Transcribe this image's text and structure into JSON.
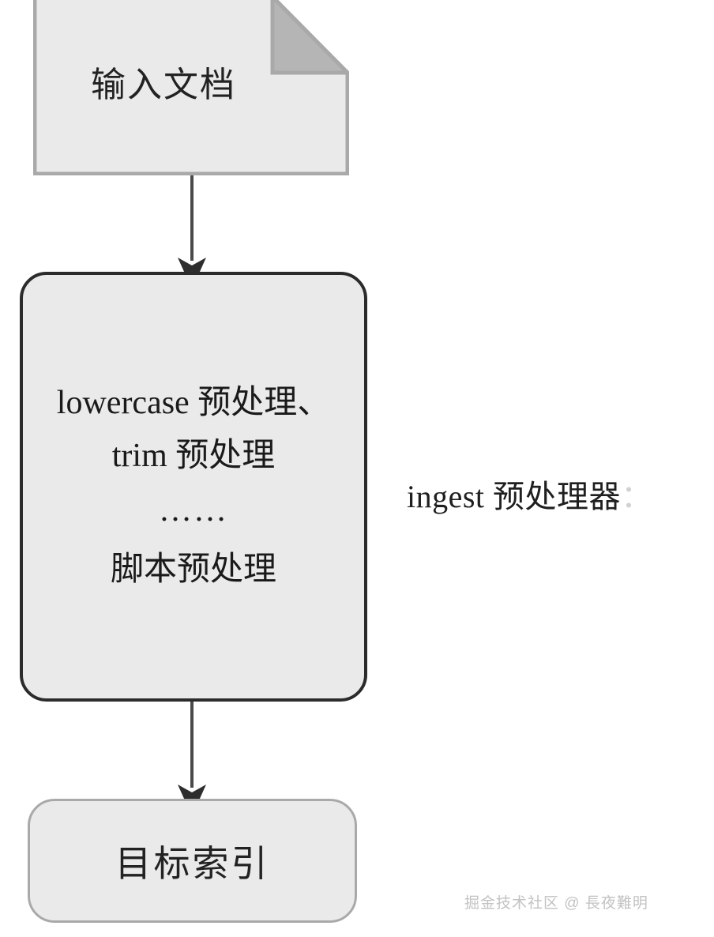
{
  "diagram": {
    "type": "flowchart",
    "orientation": "vertical",
    "nodes": [
      {
        "id": "input-document",
        "shape": "document",
        "label": "输入文档",
        "fill": "#eaeaea",
        "stroke": "#a9a9a9",
        "fold_fill": "#b5b5b5"
      },
      {
        "id": "ingest-pipeline",
        "shape": "rounded-rectangle",
        "fill": "#eaeaea",
        "stroke": "#2b2b2b",
        "lines": [
          "lowercase 预处理、",
          "trim 预处理",
          "……",
          "脚本预处理"
        ]
      },
      {
        "id": "target-index",
        "shape": "rounded-rectangle",
        "label": "目标索引",
        "fill": "#eaeaea",
        "stroke": "#a9a9a9"
      }
    ],
    "edges": [
      {
        "id": "edge-doc-to-pipeline",
        "from": "input-document",
        "to": "ingest-pipeline",
        "arrow": "filled-triangle",
        "color": "#333333"
      },
      {
        "id": "edge-pipeline-to-index",
        "from": "ingest-pipeline",
        "to": "target-index",
        "arrow": "filled-triangle",
        "color": "#333333"
      }
    ],
    "annotations": [
      {
        "id": "pipeline-caption",
        "text": "ingest 预处理器",
        "trailing": "："
      }
    ]
  },
  "watermark": {
    "text": "掘金技术社区 @ 長夜難明",
    "color": "#c2c2c2"
  }
}
